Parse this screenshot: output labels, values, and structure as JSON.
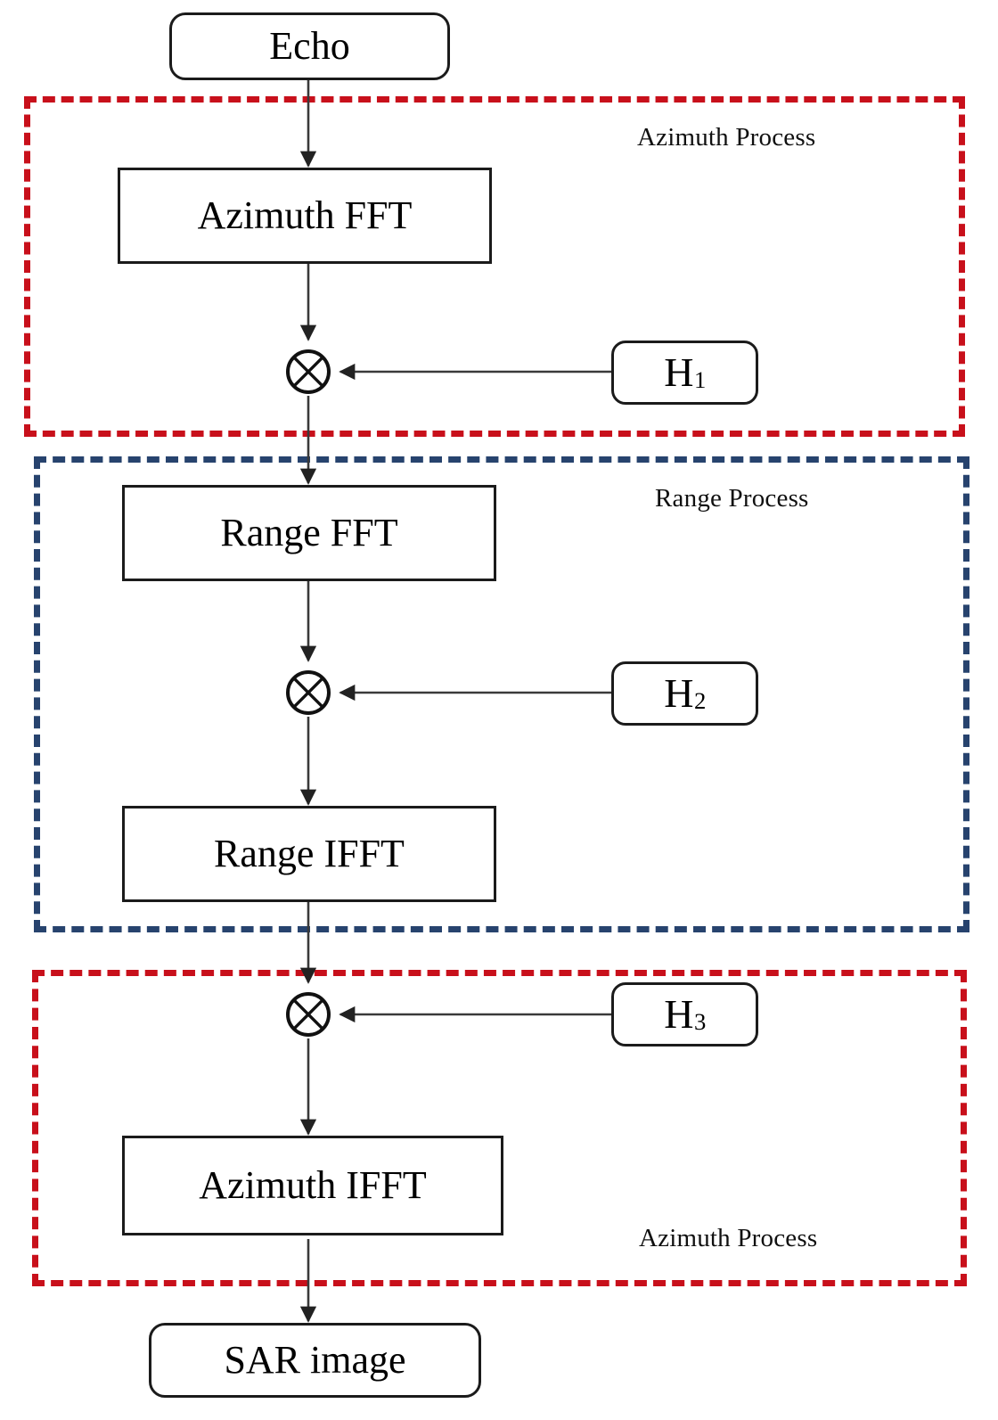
{
  "diagram": {
    "title": "SAR Range-Doppler / Chirp Scaling Processing Flowchart",
    "type": "flowchart",
    "colors": {
      "azimuth_region": "#c8101b",
      "range_region": "#27436e",
      "node_stroke": "#1b1b1b",
      "arrow": "#333333",
      "background": "#ffffff"
    },
    "regions": [
      {
        "id": "azimuth-top",
        "label": "Azimuth Process",
        "color": "#c8101b",
        "style": "dashed"
      },
      {
        "id": "range-middle",
        "label": "Range Process",
        "color": "#27436e",
        "style": "dashed"
      },
      {
        "id": "azimuth-bottom",
        "label": "Azimuth Process",
        "color": "#c8101b",
        "style": "dashed"
      }
    ],
    "nodes": [
      {
        "id": "echo",
        "label": "Echo",
        "shape": "rounded-rect"
      },
      {
        "id": "azimuth-fft",
        "label": "Azimuth FFT",
        "shape": "rect"
      },
      {
        "id": "mult1",
        "label": "⊗",
        "shape": "circle-times"
      },
      {
        "id": "h1",
        "label": "H",
        "subscript": "1",
        "shape": "rounded-rect"
      },
      {
        "id": "range-fft",
        "label": "Range FFT",
        "shape": "rect"
      },
      {
        "id": "mult2",
        "label": "⊗",
        "shape": "circle-times"
      },
      {
        "id": "h2",
        "label": "H",
        "subscript": "2",
        "shape": "rounded-rect"
      },
      {
        "id": "range-ifft",
        "label": "Range IFFT",
        "shape": "rect"
      },
      {
        "id": "mult3",
        "label": "⊗",
        "shape": "circle-times"
      },
      {
        "id": "h3",
        "label": "H",
        "subscript": "3",
        "shape": "rounded-rect"
      },
      {
        "id": "azimuth-ifft",
        "label": "Azimuth IFFT",
        "shape": "rect"
      },
      {
        "id": "sar-image",
        "label": "SAR image",
        "shape": "rounded-rect"
      }
    ],
    "edges": [
      {
        "from": "echo",
        "to": "azimuth-fft",
        "direction": "down"
      },
      {
        "from": "azimuth-fft",
        "to": "mult1",
        "direction": "down"
      },
      {
        "from": "h1",
        "to": "mult1",
        "direction": "left"
      },
      {
        "from": "mult1",
        "to": "range-fft",
        "direction": "down"
      },
      {
        "from": "range-fft",
        "to": "mult2",
        "direction": "down"
      },
      {
        "from": "h2",
        "to": "mult2",
        "direction": "left"
      },
      {
        "from": "mult2",
        "to": "range-ifft",
        "direction": "down"
      },
      {
        "from": "range-ifft",
        "to": "mult3",
        "direction": "down"
      },
      {
        "from": "h3",
        "to": "mult3",
        "direction": "left"
      },
      {
        "from": "mult3",
        "to": "azimuth-ifft",
        "direction": "down"
      },
      {
        "from": "azimuth-ifft",
        "to": "sar-image",
        "direction": "down"
      }
    ]
  },
  "labels": {
    "echo": "Echo",
    "azimuth_fft": "Azimuth FFT",
    "range_fft": "Range FFT",
    "range_ifft": "Range IFFT",
    "azimuth_ifft": "Azimuth IFFT",
    "sar_image": "SAR image",
    "h_base": "H",
    "h1_sub": "1",
    "h2_sub": "2",
    "h3_sub": "3",
    "azimuth_process_top": "Azimuth Process",
    "range_process": "Range Process",
    "azimuth_process_bottom": "Azimuth Process"
  }
}
